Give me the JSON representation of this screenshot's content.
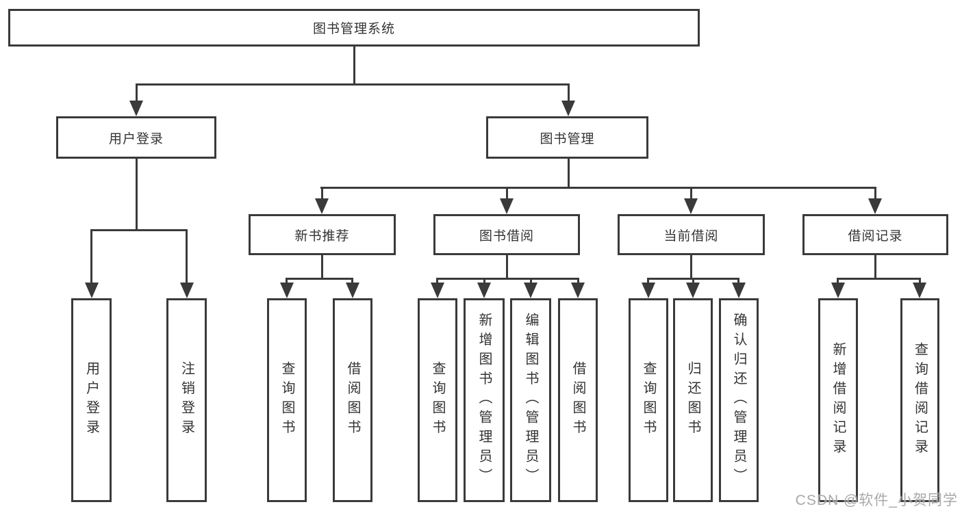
{
  "diagram": {
    "type": "hierarchy",
    "title": "图书管理系统",
    "watermark": "CSDN @软件_小贺同学",
    "colors": {
      "line": "#3a3a3a",
      "box_border": "#3a3a3a",
      "text": "#333333",
      "background": "#ffffff",
      "watermark_text": "#999999"
    },
    "root": {
      "label": "图书管理系统",
      "children": [
        {
          "label": "用户登录",
          "children": [
            {
              "label": "用户登录"
            },
            {
              "label": "注销登录"
            }
          ]
        },
        {
          "label": "图书管理",
          "children": [
            {
              "label": "新书推荐",
              "children": [
                {
                  "label": "查询图书"
                },
                {
                  "label": "借阅图书"
                }
              ]
            },
            {
              "label": "图书借阅",
              "children": [
                {
                  "label": "查询图书"
                },
                {
                  "label": "新增图书（管理员）"
                },
                {
                  "label": "编辑图书（管理员）"
                },
                {
                  "label": "借阅图书"
                }
              ]
            },
            {
              "label": "当前借阅",
              "children": [
                {
                  "label": "查询图书"
                },
                {
                  "label": "归还图书"
                },
                {
                  "label": "确认归还（管理员）"
                }
              ]
            },
            {
              "label": "借阅记录",
              "children": [
                {
                  "label": "新增借阅记录"
                },
                {
                  "label": "查询借阅记录"
                }
              ]
            }
          ]
        }
      ]
    }
  }
}
